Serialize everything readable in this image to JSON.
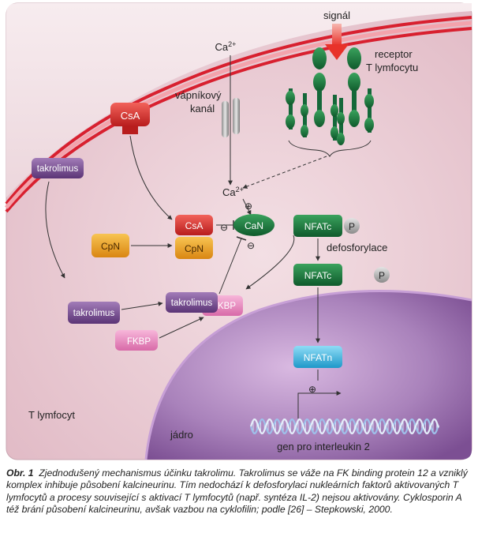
{
  "labels": {
    "signal": "signál",
    "receptor_line1": "receptor",
    "receptor_line2": "T lymfocytu",
    "ca_top": "Ca",
    "ca_sup": "2+",
    "channel_line1": "vápníkový",
    "channel_line2": "kanál",
    "ca_mid": "Ca",
    "ca_mid_sup": "2+",
    "defosforylace": "defosforylace",
    "t_lymfocyt": "T lymfocyt",
    "jadro": "jádro",
    "gene": "gen pro interleukin 2"
  },
  "molecules": {
    "csa_top": "CsA",
    "csa_complex": "CsA",
    "cpn_complex": "CpN",
    "cpn_left": "CpN",
    "can": "CaN",
    "nfatc_top": "NFATc",
    "nfatc_mid": "NFATc",
    "nfatn": "NFATn",
    "p1": "P",
    "p2": "P",
    "takrolimus_top": "takrolimus",
    "takrolimus_left": "takrolimus",
    "takrolimus_complex": "takrolimus",
    "fkbp_complex": "FKBP",
    "fkbp_left": "FKBP"
  },
  "signs": {
    "plus_ca": "⊕",
    "minus_complex": "⊖",
    "minus_can": "⊖",
    "plus_gene": "⊕"
  },
  "caption": {
    "label": "Obr. 1",
    "text": "Zjednodušený mechanismus účinku takrolimu. Takrolimus se váže na FK binding protein 12 a vzniklý komplex inhibuje působení kalcineurinu. Tím nedochází k defosforylaci nukleárních faktorů aktivovaných T lymfocytů a procesy související s aktivací T lymfocytů (např. syntéza IL-2) nejsou aktivovány. Cyklosporin A též brání působení kalcineurinu, avšak vazbou na cyklofilin; podle [26] – Stepkowski, 2000."
  },
  "colors": {
    "background": "#e9c9d1",
    "membrane": "#d8202f",
    "nucleus": "#8e5da3",
    "receptor": "#1e7a3e",
    "csa": "#e0342a",
    "cpn": "#f0a11c",
    "nfat": "#1d6b3a",
    "nfatn": "#35b5e0",
    "takrolimus": "#7a4f93",
    "fkbp": "#e98cc0",
    "signal_arrow": "#e8322a"
  }
}
